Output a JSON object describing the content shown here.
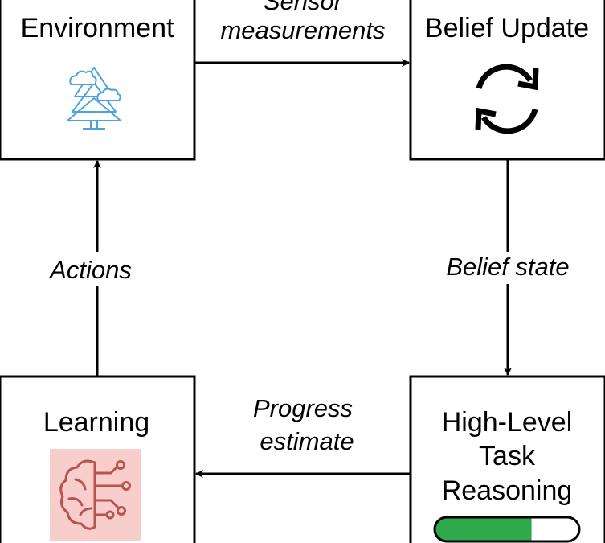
{
  "nodes": {
    "environment": {
      "title": "Environment",
      "icon": "tree-cloud-icon",
      "icon_color": "#4aa3df"
    },
    "belief_update": {
      "title": "Belief Update",
      "icon": "refresh-cycle-icon",
      "icon_color": "#000000"
    },
    "high_level": {
      "title_lines": [
        "High-Level",
        "Task",
        "Reasoning"
      ],
      "progress": 0.67,
      "progress_color": "#2ea84a"
    },
    "learning": {
      "title": "Learning",
      "icon": "brain-circuit-icon",
      "icon_color": "#b85450",
      "icon_bg": "#f8cecc"
    }
  },
  "edges": {
    "sensor": {
      "lines": [
        "Sensor",
        "measurements"
      ]
    },
    "belief_state": {
      "label": "Belief state"
    },
    "progress": {
      "lines": [
        "Progress",
        "estimate"
      ]
    },
    "actions": {
      "label": "Actions"
    }
  }
}
